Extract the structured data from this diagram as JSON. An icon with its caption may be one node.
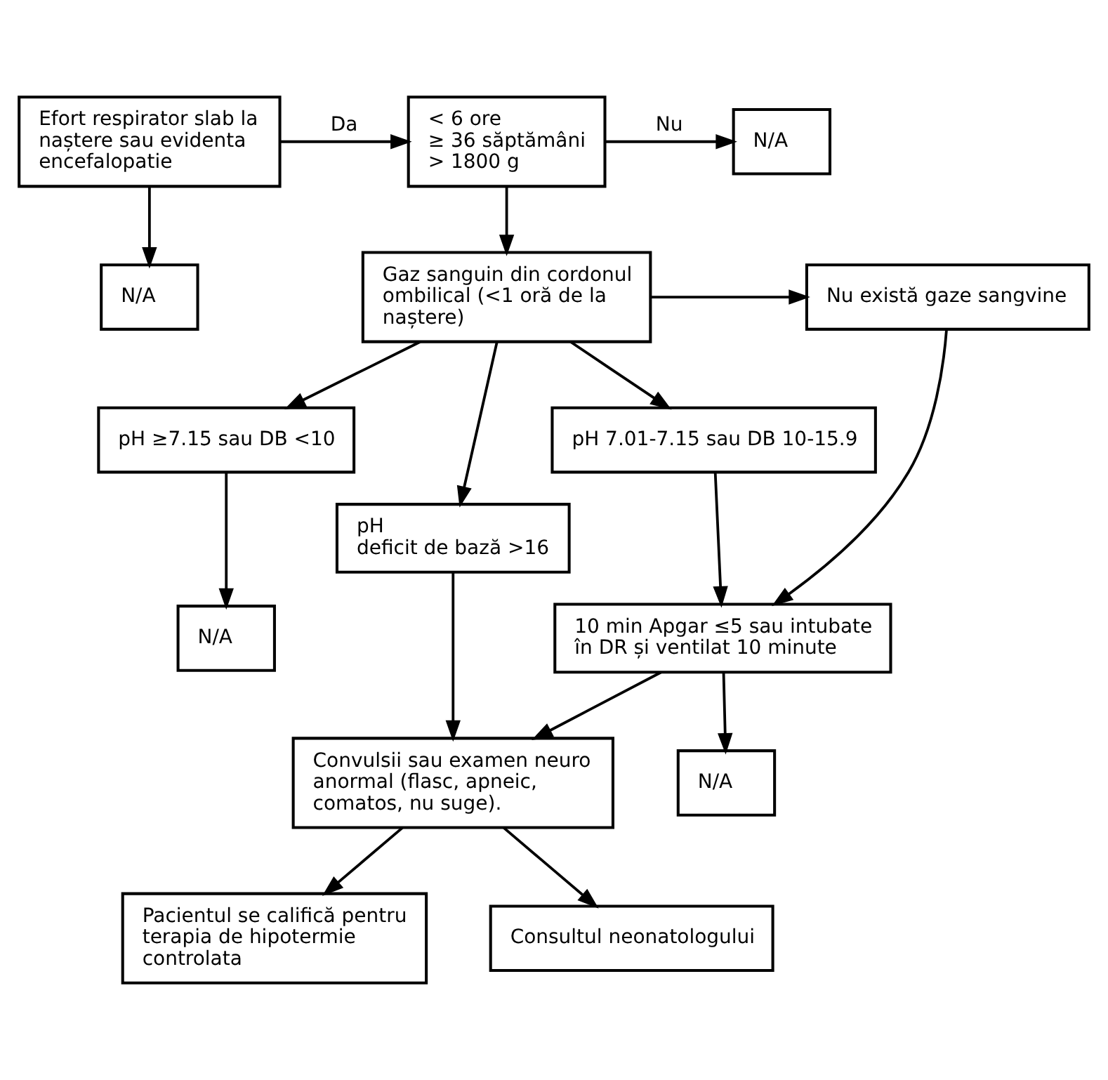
{
  "diagram": {
    "nodes": [
      {
        "text": [
          "Efort respirator slab la naștere sau evidenta encefalopatie"
        ]
      },
      {
        "text": [
          "< 6 ore",
          "≥ 36 săptămâni",
          "> 1800 g"
        ]
      },
      {
        "text": [
          "N/A"
        ]
      },
      {
        "text": [
          "N/A"
        ]
      },
      {
        "text": [
          "Gaz sanguin din cordonul ombilical (<1 oră de la naștere)"
        ]
      },
      {
        "text": [
          "Nu există gaze sangvine"
        ]
      },
      {
        "text": [
          "pH",
          "deficit de bază >16"
        ]
      },
      {
        "text": [
          "pH 7.01-7.15 sau DB 10-15.9"
        ]
      },
      {
        "text": [
          "pH ≥7.15 sau DB <10"
        ]
      },
      {
        "text": [
          "N/A"
        ]
      },
      {
        "text": [
          "10 min Apgar ≤5 sau intubate în DR și ventilat 10 minute"
        ]
      },
      {
        "text": [
          "N/A"
        ]
      },
      {
        "text": [
          "Convulsii sau examen neuro anormal (flasc, apneic, comatos, nu suge)."
        ]
      },
      {
        "text": [
          "Pacientul se califică pentru terapia de hipotermie controlata"
        ]
      },
      {
        "text": [
          "Consultul neonatologului"
        ]
      }
    ],
    "edges": [
      {
        "from": 0,
        "to": 1,
        "arrow": "to",
        "label": "Da"
      },
      {
        "from": 1,
        "to": 2,
        "arrow": "to",
        "label": "Nu"
      },
      {
        "from": 0,
        "to": 3,
        "arrow": "to"
      },
      {
        "from": 1,
        "to": 4,
        "arrow": "to"
      },
      {
        "from": 4,
        "to": 5,
        "arrow": "to"
      },
      {
        "from": 4,
        "to": 6,
        "arrow": "to"
      },
      {
        "from": 4,
        "to": 7,
        "arrow": "to"
      },
      {
        "from": 4,
        "to": 8,
        "arrow": "to"
      },
      {
        "from": 8,
        "to": 9,
        "arrow": "to"
      },
      {
        "from": 7,
        "to": 10,
        "arrow": "to"
      },
      {
        "from": 5,
        "to": 10,
        "arrow": "to"
      },
      {
        "from": 10,
        "to": 12,
        "arrow": "to"
      },
      {
        "from": 10,
        "to": 11,
        "arrow": "to"
      },
      {
        "from": 6,
        "to": 12,
        "arrow": "to"
      },
      {
        "from": 12,
        "to": 13,
        "arrow": "to"
      },
      {
        "from": 12,
        "to": 14,
        "arrow": "to"
      }
    ]
  }
}
